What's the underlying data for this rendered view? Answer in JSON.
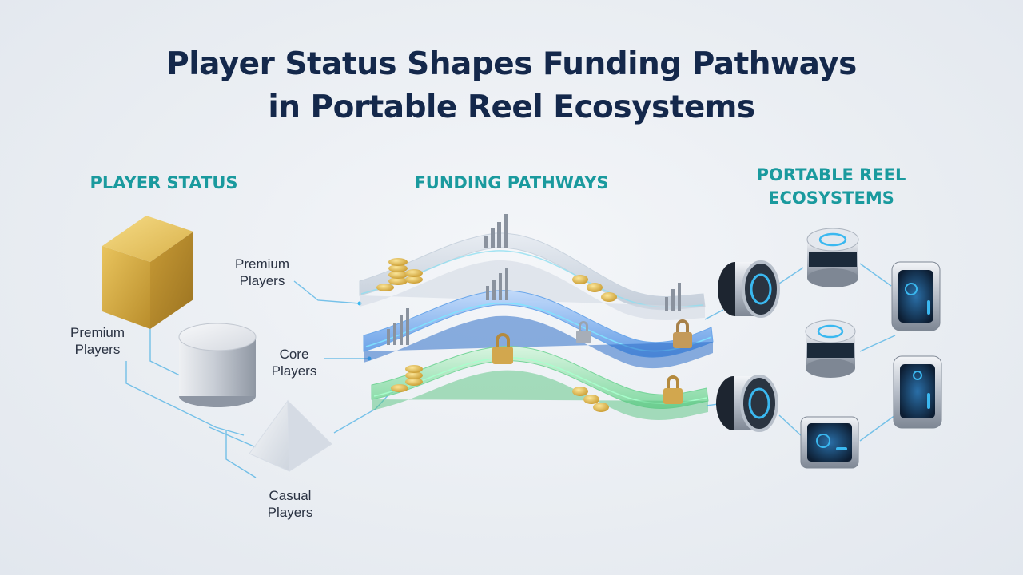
{
  "title": {
    "line1": "Player Status Shapes Funding Pathways",
    "line2": "in Portable Reel Ecosystems"
  },
  "sections": {
    "player_status": "PLAYER STATUS",
    "funding_pathways": "FUNDING PATHWAYS",
    "portable_reel_line1": "PORTABLE REEL",
    "portable_reel_line2": "ECOSYSTEMS"
  },
  "player_labels": {
    "premium_a_line1": "Premium",
    "premium_a_line2": "Players",
    "premium_b_line1": "Premium",
    "premium_b_line2": "Players",
    "core_line1": "Core",
    "core_line2": "Players",
    "casual_line1": "Casual",
    "casual_line2": "Players"
  },
  "player_shapes": [
    "gold-cube",
    "silver-cylinder",
    "glass-pyramid"
  ],
  "pathways": [
    {
      "tier": "premium",
      "color": "#b8c4d2",
      "icons": [
        "coin-stack-icon",
        "coin-pile-icon",
        "bar-chart-icon"
      ]
    },
    {
      "tier": "core",
      "color": "#3f86e0",
      "icons": [
        "bar-chart-icon",
        "lock-icon"
      ]
    },
    {
      "tier": "casual",
      "color": "#4fcf7a",
      "icons": [
        "coin-stack-icon",
        "lock-icon",
        "coin-pile-icon",
        "lock-icon"
      ]
    }
  ],
  "devices": [
    "reel-device",
    "puck-device",
    "handheld-device"
  ],
  "colors": {
    "title": "#14284b",
    "section": "#1a9a9e",
    "glow": "#3ab8f0",
    "gold": "#d9b24a"
  }
}
